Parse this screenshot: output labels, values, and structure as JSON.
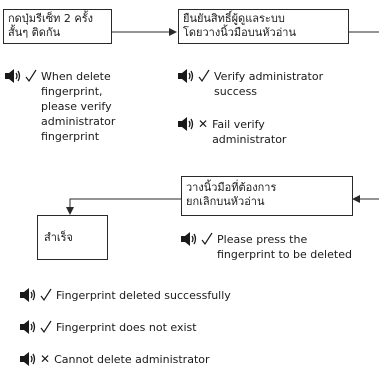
{
  "boxes": {
    "press_button": "กดปุ่มรีเซ็ท 2 ครั้ง\nสั้นๆ ติดกัน",
    "verify_admin": "ยืนยันสิทธิ์ผู้ดูแลระบบ\nโดยวางนิ้วมือบนหัวอ่าน",
    "place_finger": "วางนิ้วมือที่ต้องการ\nยกเลิกบนหัวอ่าน",
    "success": "สำเร็จ"
  },
  "notes": {
    "when_delete": "When delete\nfingerprint,\nplease verify\nadministrator\nfingerprint",
    "verify_success": "Verify administrator\nsuccess",
    "verify_fail": "Fail verify\nadministrator",
    "press_delete": "Please press the\nfingerprint to be deleted",
    "deleted_ok": "Fingerprint deleted successfully",
    "not_exist": "Fingerprint does not exist",
    "cannot_delete_admin": "Cannot delete administrator"
  },
  "icons": {
    "speaker": "speaker-icon",
    "ok": "check-icon",
    "fail": "cross-icon"
  },
  "colors": {
    "line": "#2a2a2a",
    "text": "#1a1a1a"
  }
}
